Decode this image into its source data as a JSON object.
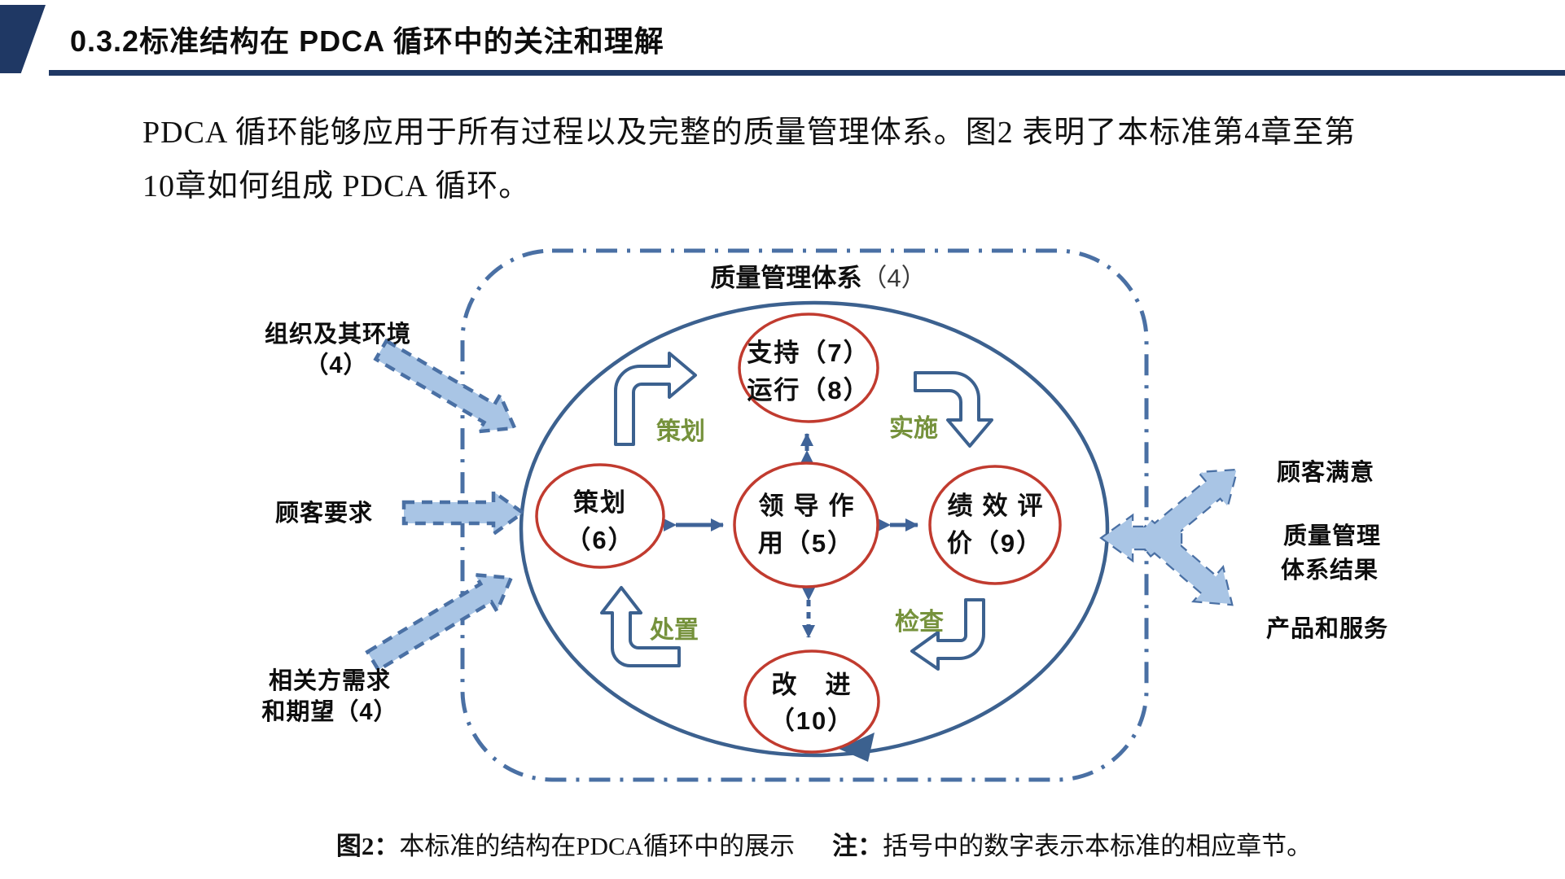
{
  "colors": {
    "navy": "#1f3864",
    "line-blue": "#4a70a4",
    "ellipse-blue": "#3c618f",
    "node-red": "#c13b2f",
    "pdca-green": "#76923c",
    "arrow-fill": "#a9c5e5",
    "conn-blue": "#3f6398"
  },
  "header": {
    "title": "0.3.2标准结构在 PDCA 循环中的关注和理解"
  },
  "intro": {
    "line1": "PDCA 循环能够应用于所有过程以及完整的质量管理体系。图2 表明了本标准第4章至第",
    "line2": "10章如何组成 PDCA 循环。"
  },
  "diagram": {
    "system_label": {
      "name": "质量管理体系",
      "clause": "（4）"
    },
    "nodes": {
      "support_operation": {
        "line1": "支持（7）",
        "line2": "运行（8）"
      },
      "planning": {
        "line1": "策划",
        "line2": "（6）"
      },
      "leadership": {
        "line1": "领导作",
        "line2": "用（5）"
      },
      "performance_evaluation": {
        "line1": "绩效评",
        "line2": "价（9）"
      },
      "improvement": {
        "line1": "改　进",
        "line2": "（10）"
      }
    },
    "pdca": {
      "plan": "策划",
      "do": "实施",
      "check": "检查",
      "act": "处置"
    },
    "inputs": [
      {
        "line1": "组织及其环境",
        "line2": "（4）"
      },
      {
        "line1": "顾客要求",
        "line2": ""
      },
      {
        "line1": "相关方需求",
        "line2": "和期望（4）"
      }
    ],
    "outputs": [
      "顾客满意",
      "质量管理",
      "体系结果",
      "产品和服务"
    ]
  },
  "caption": {
    "fig_label": "图2：",
    "fig_text": "本标准的结构在PDCA循环中的展示",
    "note_label": "注：",
    "note_text": "括号中的数字表示本标准的相应章节。"
  }
}
